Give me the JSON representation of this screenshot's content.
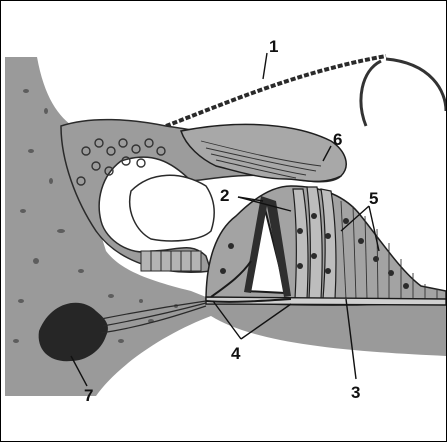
{
  "labels": {
    "l1": "1",
    "l2": "2",
    "l3": "3",
    "l4": "4",
    "l5": "5",
    "l6": "6",
    "l7": "7"
  },
  "colors": {
    "tissue": "#8e8e8e",
    "tissue_dark": "#5a5a5a",
    "tissue_light": "#c8c8c8",
    "line": "#1a1a1a",
    "cell_fill": "#a6a6a6",
    "nucleus": "#2b2b2b"
  }
}
